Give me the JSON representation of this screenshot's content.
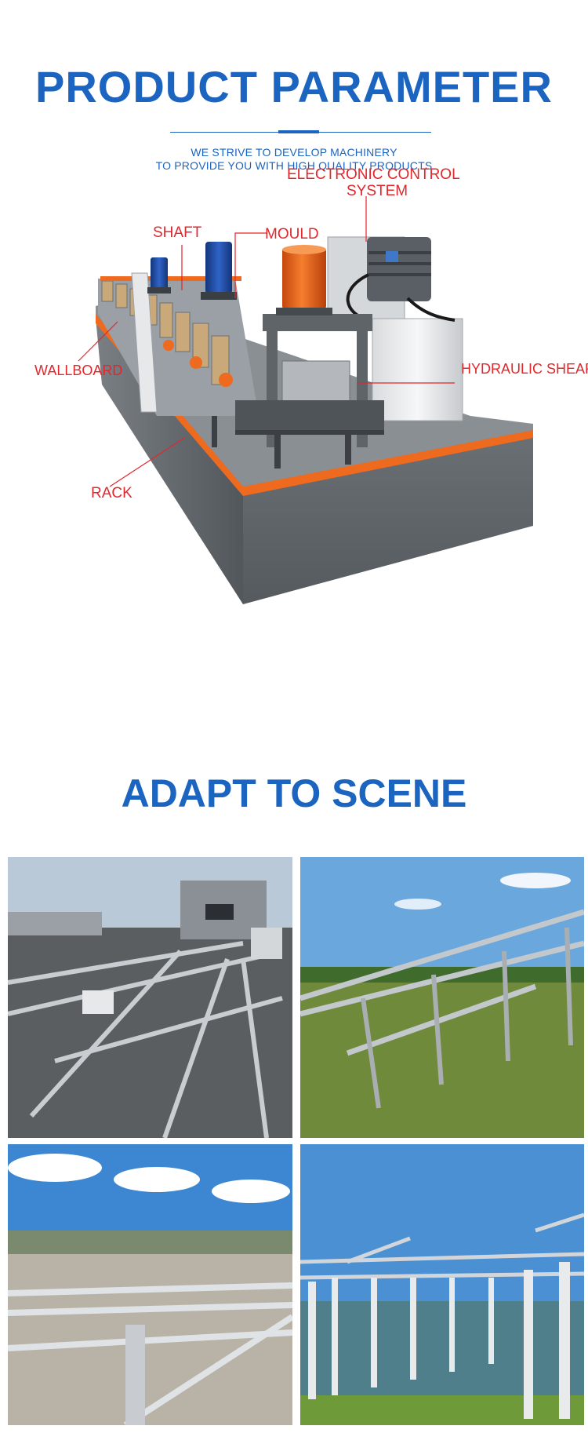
{
  "header": {
    "title": "PRODUCT PARAMETER",
    "tagline_line1": "WE STRIVE TO DEVELOP MACHINERY",
    "tagline_line2": "TO PROVIDE YOU WITH HIGH QUALITY PRODUCTS"
  },
  "machine": {
    "labels": {
      "electronic_control_line1": "ELECTRONIC CONTROL",
      "electronic_control_line2": "SYSTEM",
      "shaft": "SHAFT",
      "mould": "MOULD",
      "wallboard": "WALLBOARD",
      "hydraulic_shear": "HYDRAULIC SHEAR",
      "rack": "RACK"
    },
    "colors": {
      "label_red": "#e3262b",
      "frame_gray": "#5c6166",
      "accent_orange": "#ee6a1f",
      "motor_blue": "#1f4fa8"
    }
  },
  "scene": {
    "title": "ADAPT TO SCENE"
  },
  "colors": {
    "brand_blue": "#1b64bf"
  }
}
